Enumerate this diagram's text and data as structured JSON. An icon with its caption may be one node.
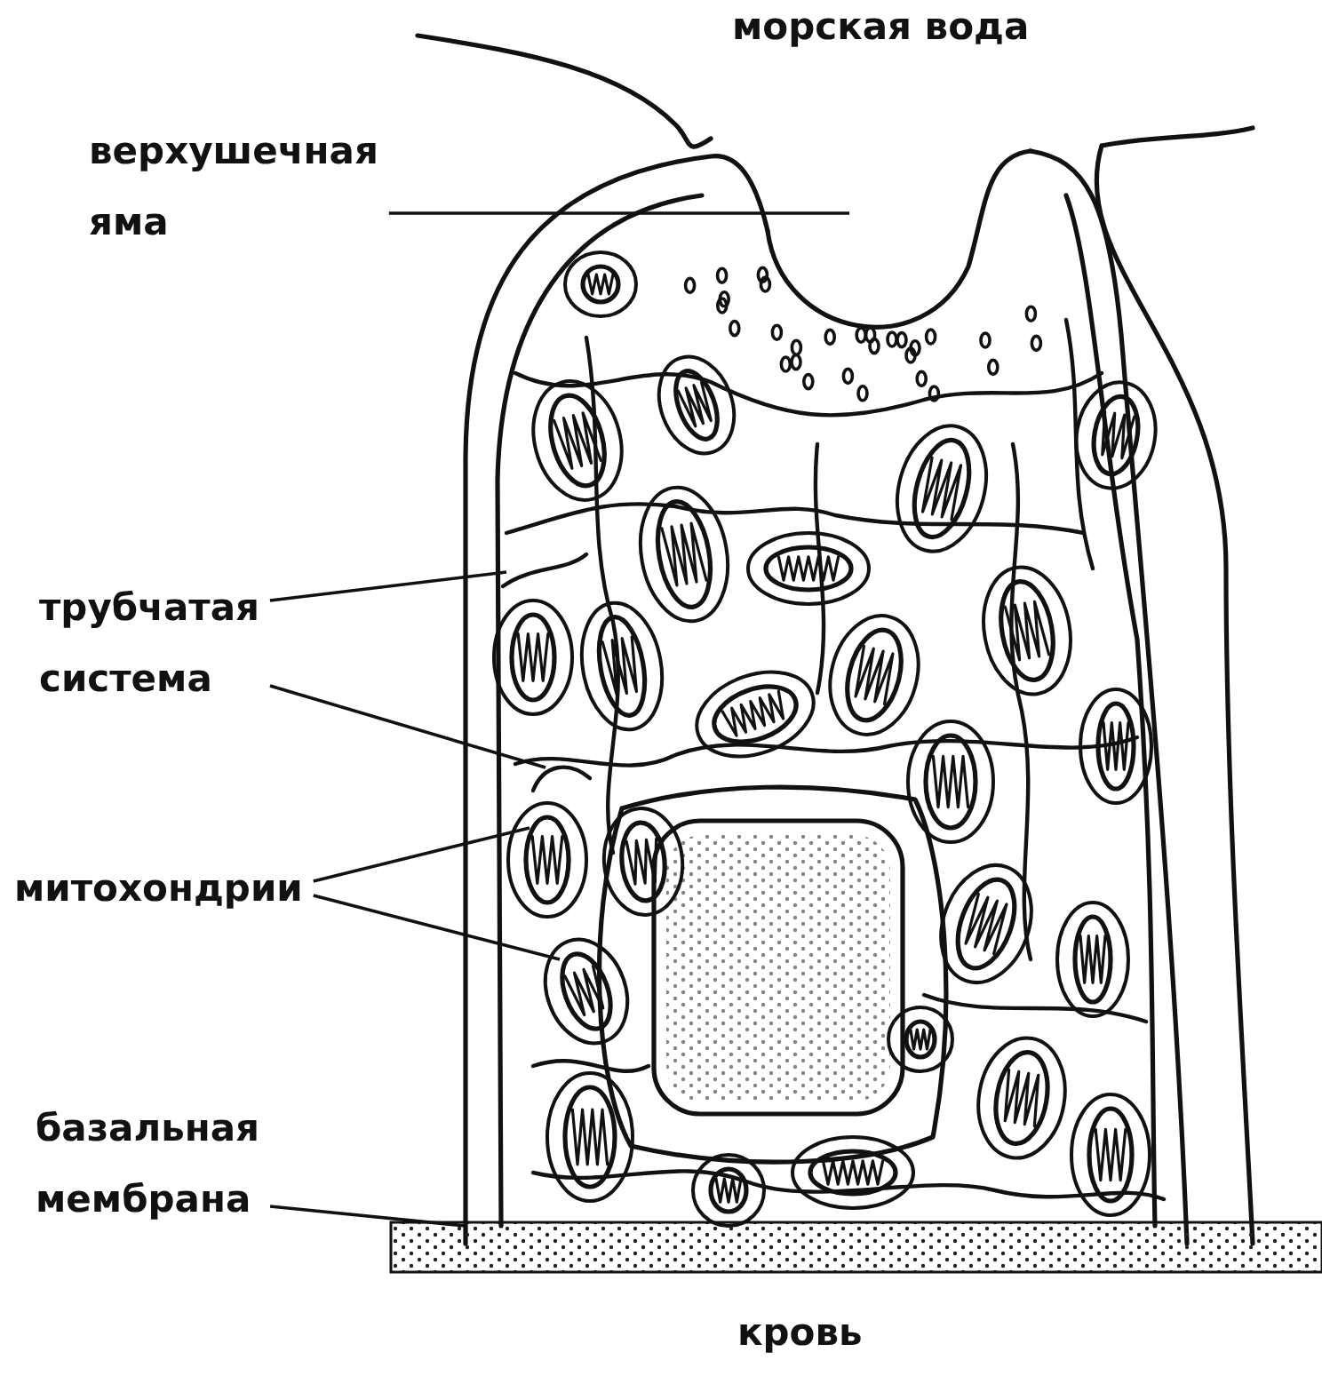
{
  "diagram": {
    "nodes": [
      {
        "text": [
          "верхушечная яма"
        ]
      },
      {
        "text": [],
        "shape": "picture"
      },
      {
        "text": [
          "трубчатая система"
        ]
      },
      {
        "text": [],
        "shape": "picture"
      },
      {
        "text": [],
        "shape": "picture"
      },
      {
        "text": [
          "митохондрии"
        ]
      },
      {
        "text": [],
        "shape": "picture"
      },
      {
        "text": [],
        "shape": "picture"
      },
      {
        "text": [
          "базальная мембрана"
        ]
      },
      {
        "text": [],
        "shape": "bar"
      }
    ],
    "edges": [
      {
        "from": 0,
        "to": 1,
        "arrow": "none"
      },
      {
        "from": 2,
        "to": 3,
        "arrow": "none"
      },
      {
        "from": 2,
        "to": 4,
        "arrow": "none"
      },
      {
        "from": 5,
        "to": 6,
        "arrow": "none"
      },
      {
        "from": 5,
        "to": 7,
        "arrow": "none"
      },
      {
        "from": 8,
        "to": 9,
        "arrow": "none"
      }
    ],
    "labels": [
      "морская вода",
      "кровь"
    ]
  }
}
